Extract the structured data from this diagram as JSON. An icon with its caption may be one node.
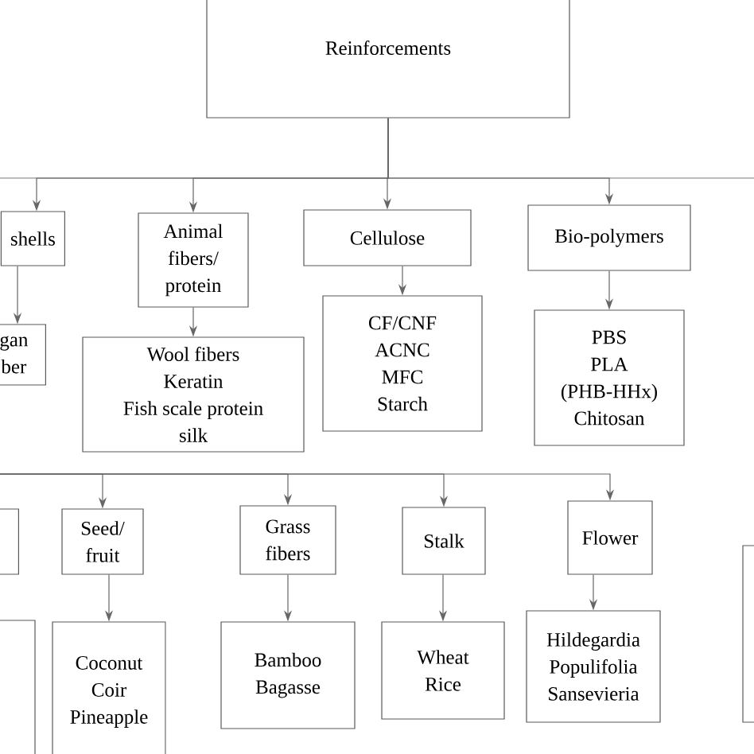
{
  "diagram": {
    "nodes": [
      {
        "text": [
          "Reinforcements"
        ]
      },
      {
        "text": [
          "shells"
        ]
      },
      {
        "text": [
          "Animal fibers/ protein"
        ]
      },
      {
        "text": [
          "Cellulose"
        ]
      },
      {
        "text": [
          "Bio-polymers"
        ]
      },
      {
        "text": [
          "gan ber"
        ]
      },
      {
        "text": [
          "Wool fibers",
          "Keratin",
          "Fish scale protein",
          "silk"
        ]
      },
      {
        "text": [
          "CF/CNF",
          "ACNC",
          "MFC",
          "Starch"
        ]
      },
      {
        "text": [
          "PBS",
          "PLA",
          "(PHB-HHx)",
          "Chitosan"
        ]
      },
      {
        "text": [],
        "shape": "box"
      },
      {
        "text": [
          "Seed/ fruit"
        ]
      },
      {
        "text": [
          "Grass fibers"
        ]
      },
      {
        "text": [
          "Stalk"
        ]
      },
      {
        "text": [
          "Flower"
        ]
      },
      {
        "text": [],
        "shape": "box"
      },
      {
        "text": [
          "Coconut",
          "Coir",
          "Pineapple"
        ]
      },
      {
        "text": [
          "Bamboo",
          "Bagasse"
        ]
      },
      {
        "text": [
          "Wheat",
          "Rice"
        ]
      },
      {
        "text": [
          "Hildegardia",
          "Populifolia",
          "Sansevieria"
        ]
      },
      {
        "text": [],
        "shape": "box"
      }
    ],
    "edges": [
      {
        "from": 0,
        "to": 1,
        "arrow": "to"
      },
      {
        "from": 0,
        "to": 2,
        "arrow": "to"
      },
      {
        "from": 0,
        "to": 3,
        "arrow": "to"
      },
      {
        "from": 0,
        "to": 4,
        "arrow": "to"
      },
      {
        "from": 1,
        "to": 5,
        "arrow": "to"
      },
      {
        "from": 2,
        "to": 6,
        "arrow": "to"
      },
      {
        "from": 3,
        "to": 7,
        "arrow": "to"
      },
      {
        "from": 4,
        "to": 8,
        "arrow": "to"
      },
      {
        "from": null,
        "to": 10,
        "arrow": "to"
      },
      {
        "from": null,
        "to": 11,
        "arrow": "to"
      },
      {
        "from": null,
        "to": 12,
        "arrow": "to"
      },
      {
        "from": null,
        "to": 13,
        "arrow": "to"
      },
      {
        "from": 10,
        "to": 15,
        "arrow": "to"
      },
      {
        "from": 11,
        "to": 16,
        "arrow": "to"
      },
      {
        "from": 12,
        "to": 17,
        "arrow": "to"
      },
      {
        "from": 13,
        "to": 18,
        "arrow": "to"
      }
    ]
  }
}
